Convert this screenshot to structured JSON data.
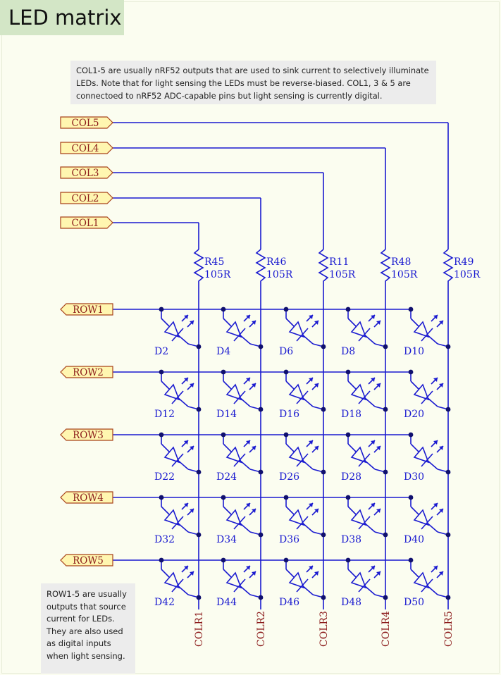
{
  "title": "LED matrix",
  "notes": {
    "top": "COL1-5 are usually nRF52 outputs that are used to sink current to selectively illuminate LEDs. Note that for light sensing the LEDs must be reverse-biased. COL1, 3 & 5 are connectoed to nRF52 ADC-capable pins but light sensing is currently digital.",
    "bottom": "ROW1-5 are usually outputs that source current for LEDs. They are also used as digital inputs when light sensing."
  },
  "colors": {
    "wire": "#1a1ad0",
    "port_fill": "#fff6b0",
    "port_stroke": "#a8421a",
    "net_label": "#8b1a1a",
    "junction": "#10106e"
  },
  "col_ports": [
    "COL1",
    "COL2",
    "COL3",
    "COL4",
    "COL5"
  ],
  "row_ports": [
    "ROW1",
    "ROW2",
    "ROW3",
    "ROW4",
    "ROW5"
  ],
  "resistors": [
    {
      "ref": "R45",
      "value": "105R"
    },
    {
      "ref": "R46",
      "value": "105R"
    },
    {
      "ref": "R11",
      "value": "105R"
    },
    {
      "ref": "R48",
      "value": "105R"
    },
    {
      "ref": "R49",
      "value": "105R"
    }
  ],
  "col_nets": [
    "COLR1",
    "COLR2",
    "COLR3",
    "COLR4",
    "COLR5"
  ],
  "diodes": [
    [
      "D2",
      "D4",
      "D6",
      "D8",
      "D10"
    ],
    [
      "D12",
      "D14",
      "D16",
      "D18",
      "D20"
    ],
    [
      "D22",
      "D24",
      "D26",
      "D28",
      "D30"
    ],
    [
      "D32",
      "D34",
      "D36",
      "D38",
      "D40"
    ],
    [
      "D42",
      "D44",
      "D46",
      "D48",
      "D50"
    ]
  ]
}
